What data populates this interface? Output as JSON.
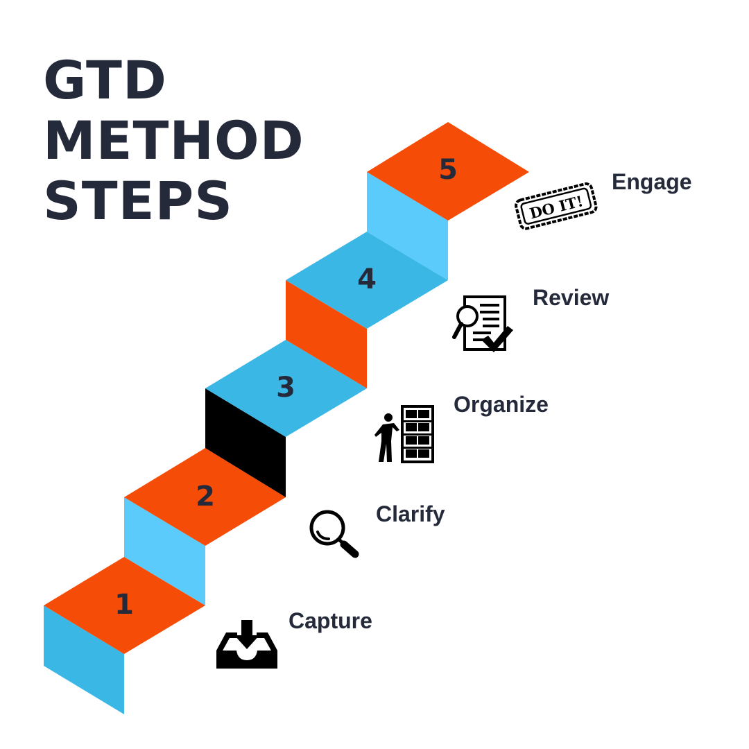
{
  "title": {
    "line1": "GTD",
    "line2": "METHOD",
    "line3": "STEPS"
  },
  "steps": [
    {
      "number": "1",
      "label": "Capture",
      "icon": "inbox-download-icon"
    },
    {
      "number": "2",
      "label": "Clarify",
      "icon": "magnifier-icon"
    },
    {
      "number": "3",
      "label": "Organize",
      "icon": "person-shelf-icon"
    },
    {
      "number": "4",
      "label": "Review",
      "icon": "document-review-icon"
    },
    {
      "number": "5",
      "label": "Engage",
      "icon": "do-it-stamp-icon",
      "stamp_text": "DO IT!"
    }
  ],
  "colors": {
    "orange": "#f54c07",
    "blue": "#3bb7e6",
    "light_blue": "#5acbfa",
    "black": "#000000",
    "text": "#252a3b"
  }
}
